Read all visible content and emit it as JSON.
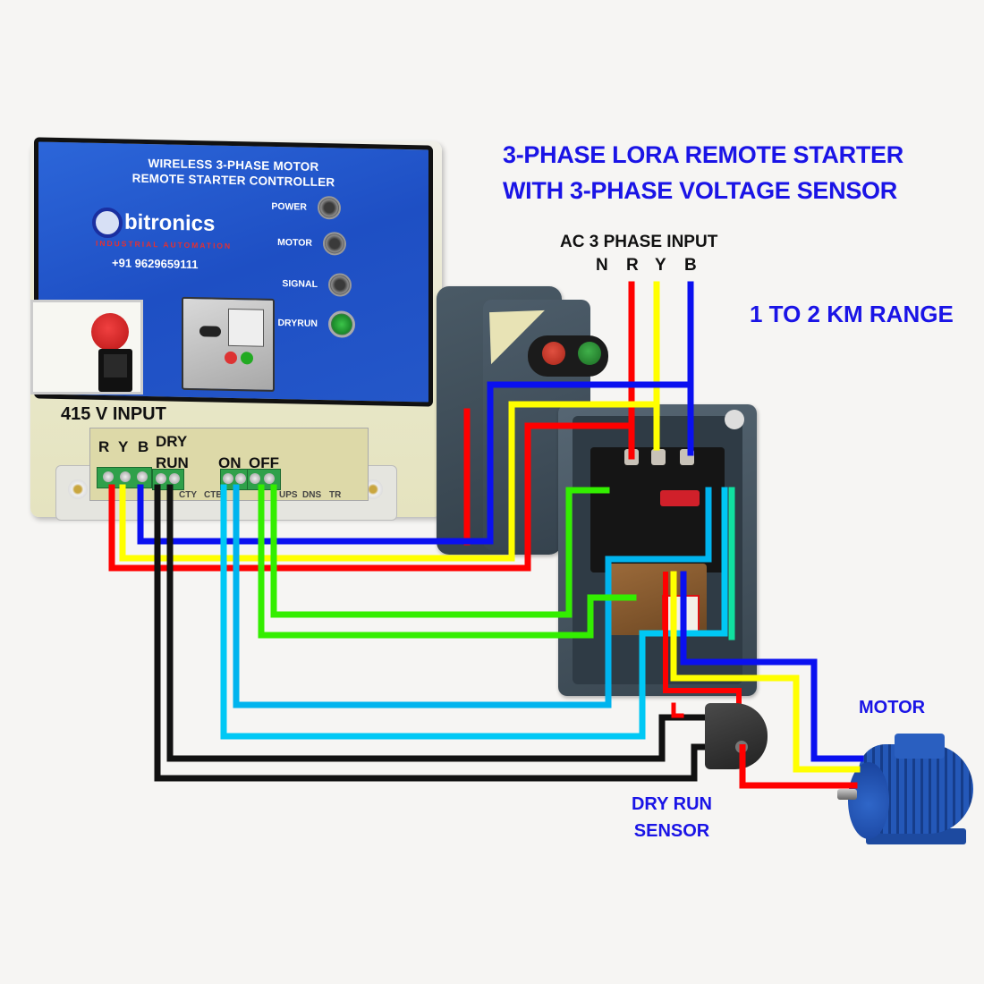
{
  "title": {
    "line1": "3-PHASE LORA REMOTE STARTER",
    "line2": "WITH 3-PHASE VOLTAGE SENSOR"
  },
  "range_label": "1 TO 2 KM RANGE",
  "ac_input": {
    "label": "AC 3 PHASE INPUT",
    "phases": [
      "N",
      "R",
      "Y",
      "B"
    ]
  },
  "controller": {
    "panel_title_line1": "WIRELESS 3-PHASE MOTOR",
    "panel_title_line2": "REMOTE STARTER CONTROLLER",
    "brand": "bitronics",
    "brand_sub": "INDUSTRIAL AUTOMATION",
    "phone": "+91 9629659111",
    "indicators": [
      {
        "label": "POWER"
      },
      {
        "label": "MOTOR"
      },
      {
        "label": "SIGNAL"
      },
      {
        "label": "DRYRUN"
      }
    ],
    "input_label": "415 V INPUT",
    "terminals": {
      "r": "R",
      "y": "Y",
      "b": "B",
      "dry_line1": "DRY",
      "dry_line2": "RUN",
      "on": "ON",
      "off": "OFF"
    },
    "pcb_labels": [
      "CTY",
      "CTB",
      "UPS",
      "DNS",
      "TR"
    ]
  },
  "motor_label": "MOTOR",
  "dry_run_sensor": {
    "line1": "DRY RUN",
    "line2": "SENSOR"
  },
  "wire_colors": {
    "red": "#ff0000",
    "yellow": "#ffff00",
    "blue": "#0a10f0",
    "black": "#111111",
    "cyan": "#00c8f5",
    "green": "#33ee00",
    "teal": "#10e0a0"
  },
  "text_colors": {
    "title": "#1a14e6",
    "labels": "#111111"
  }
}
